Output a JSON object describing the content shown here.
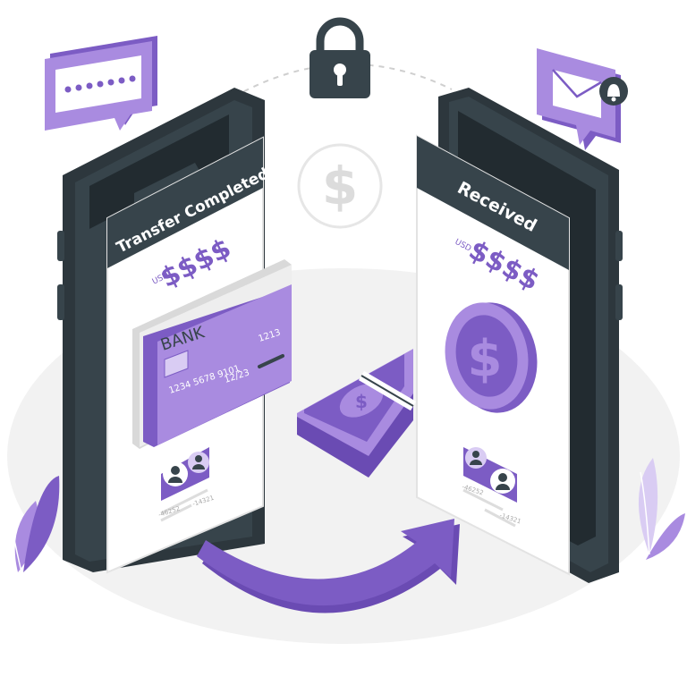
{
  "colors": {
    "accent": "#7c5cc4",
    "accent_light": "#a98be0",
    "accent_pale": "#d9ccf3",
    "dark": "#37444b",
    "screen": "#ffffff",
    "floor": "#f2f2f2"
  },
  "icons": {
    "lock": "lock-icon",
    "dollar": "dollar-circle-icon",
    "password": "password-bubble-icon",
    "mail": "mail-notification-icon",
    "bell": "bell-icon",
    "arrow": "transfer-arrow-icon",
    "coin": "coin-icon",
    "card": "bank-card-icon",
    "cash": "cash-stack-icon",
    "toggle": "user-toggle-icon",
    "plant": "plant-icon"
  },
  "sender": {
    "title": "Transfer Completed",
    "currency": "USD",
    "amount": "$$$$",
    "card": {
      "bank": "BANK",
      "number_1": "1213",
      "number_2": "1234 5678 9101",
      "expiry": "12/23"
    },
    "ids": [
      "-46252",
      "-14321"
    ]
  },
  "receiver": {
    "title": "Received",
    "currency": "USD",
    "amount": "$$$$",
    "ids": [
      "-46252",
      "-14321"
    ]
  }
}
